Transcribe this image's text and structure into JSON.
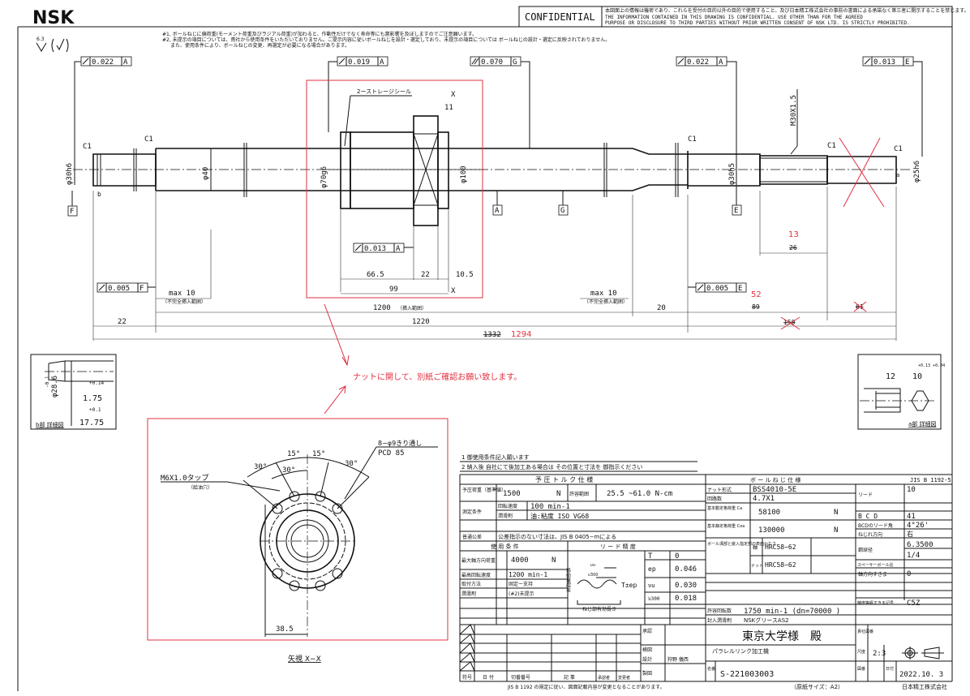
{
  "header": {
    "logo": "NSK",
    "confidential": "CONFIDENTIAL",
    "notice_jp": "本図面上の情報は機密であり、これらを受付の目的以外の目的で使用すること、及び日本精工株式会社の事前の書面による承諾なく第三者に開示することを禁じます。",
    "notice_en_1": "THE INFORMATION CONTAINED IN THIS DRAWING IS CONFIDENTIAL. USE OTHER THAN FOR THE AGREED",
    "notice_en_2": "PURPOSE OR DISCLOSURE TO THIRD PARTIES WITHOUT PRIOR WRITTEN CONSENT OF NSK LTD. IS STRICTLY PROHIBITED."
  },
  "notes": {
    "surface": "6.3",
    "note1": "#1, ボールねじに偏荷重(モーメント荷重及びラジアル荷重)が加わると、作動性だけでなく寿命等にも悪影響を及ぼしますのでご注意願います。",
    "note2": "#2, 未提示の項目については、貴社から使用条件をいただいておりません。ご提示内容に従いボールねじを設計・選定しており、未提示の項目については ボールねじの設計・選定に反映されておりません。",
    "note3": "また、使用条件により、ボールねじの変更、再選定が必要になる場合があります。"
  },
  "drawing": {
    "gdt": {
      "left": "0.022",
      "nut": "0.019",
      "parallel": "0.070",
      "right": "0.022",
      "end": "0.013",
      "nut_face": "0.013",
      "left_face": "0.005",
      "right_face": "0.005"
    },
    "datums": {
      "A": "A",
      "E": "E",
      "F": "F",
      "G": "G"
    },
    "labels": {
      "c1": "C1",
      "b": "b",
      "a": "a",
      "d30_left": "φ30h6",
      "d40": "φ40",
      "d70": "φ70g6",
      "d100": "φ100",
      "d30_right": "φ30h5",
      "d25": "φ25h6",
      "thread": "M30X1.5",
      "seal": "2ーストレージシール",
      "section_x": "X",
      "d11": "11",
      "d66_5": "66.5",
      "d22n": "22",
      "d10_5": "10.5",
      "d99": "99",
      "max10": "max 10",
      "incomplete": "（不完全挿入範囲）",
      "d1200": "1200",
      "d1200_note": "（挿入範囲）",
      "d22": "22",
      "d1220": "1220",
      "d20": "20",
      "d1332_old": "1332",
      "d1294_new": "1294",
      "d13_new": "13",
      "d26_old": "26",
      "d52_new": "52",
      "d89_old": "89",
      "d61_old": "61",
      "d150_old": "150"
    },
    "red_note": "ナットに関して、別紙ご確認お願い致します。",
    "detail_b": {
      "title": "b部 詳細図",
      "d28_6": "φ28.6",
      "tol1": "-0.1",
      "tol2": "+0.14",
      "d1_75": "1.75",
      "tol3": "+0.1",
      "d17_75": "17.75"
    },
    "detail_a": {
      "title": "a部 詳細図",
      "tol": "+0.13 +0.04",
      "d12": "12",
      "d10": "10"
    },
    "view_xx": {
      "title": "矢視 X−X",
      "a30a": "30°",
      "a15a": "15°",
      "a15b": "15°",
      "a30b": "30°",
      "a30c": "30°",
      "holes": "8−φ9きり通し",
      "pcd": "PCD 85",
      "tap": "M6X1.0タップ",
      "tap_note": "（給油穴）",
      "d38_5": "38.5"
    }
  },
  "instructions": {
    "i1": "1  御使用条件記入願います",
    "i2": "2  納入後  自社にて後加工ある場合は  その位置と寸法を  御指示ください"
  },
  "preload": {
    "header": "予 圧 ト ル ク 仕 様",
    "load_label": "予圧荷重（基準値）",
    "load": "1500",
    "load_unit": "N",
    "range_label": "許容範囲",
    "range": "25.5 ~61.0 N-cm",
    "cond_label": "測定条件",
    "speed_label": "回転速度",
    "speed": "100  min-1",
    "lube_label": "潤滑剤",
    "lube": "油:粘度 ISO VG68",
    "tol_label": "普通公差",
    "tol": "公差指示のない寸法は、JIS B 0405−mによる"
  },
  "usage": {
    "header": "使 用 条 件",
    "axial_label": "最大軸方向荷重",
    "axial": "4000",
    "axial_unit": "N",
    "speed_label": "最高回転速度",
    "speed": "1200  min-1",
    "mount_label": "取付方法",
    "mount": "固定ー支持",
    "lube_label": "潤滑剤",
    "lube": "(#2)未提示"
  },
  "lead": {
    "header": "リ ー ド 精 度",
    "rows": [
      {
        "k": "T",
        "v": "0"
      },
      {
        "k": "ep",
        "v": "0.046"
      },
      {
        "k": "υu",
        "v": "0.030"
      },
      {
        "k": "υ300",
        "v": "0.018"
      }
    ],
    "diagram_label": "移動量誤差",
    "diagram_tep": "T±ep",
    "diagram_len": "ねじ部有効長さ",
    "diagram_vu": "υu",
    "diagram_v300": "υ300"
  },
  "spec": {
    "header": "ボ ー ル ね じ 仕 様",
    "standard": "JIS B 1192-5",
    "nut_type_label": "ナット形式",
    "nut_type": "BSS4010-5E",
    "circuits_label": "回路数",
    "circuits": "4.7X1",
    "ca_label": "基本動定格荷重 Ca",
    "ca": "58100",
    "ca_unit": "N",
    "coa_label": "基本静定格荷重 Coa",
    "coa": "130000",
    "coa_unit": "N",
    "hard_label": "ボール溝部と嵌入指定部の表面かたさ",
    "shaft_label": "軸",
    "shaft_hard": "HRC58~62",
    "nut_label": "ナット",
    "nut_hard": "HRC58~62",
    "lead_label": "リード",
    "lead": "10",
    "bcd_label": "B C D",
    "bcd": "41",
    "angle_label": "BCDのリード角",
    "angle": "4°26'",
    "hand_label": "ねじれ方向",
    "hand": "右",
    "ball_label": "鋼球径",
    "ball": "6.3500",
    "ball_in": "1/4",
    "spacer_label": "スペーサーボール比",
    "spacer": "",
    "clear_label": "軸方向すきま",
    "clear": "0",
    "grade_label": "精度等級すきま記号",
    "grade": "C5Z",
    "rpm_label": "許容回転数",
    "rpm": "1750  min-1 (dn=70000 )",
    "grease_label": "封入潤滑剤",
    "grease": "NSKグリースAS2"
  },
  "title_block": {
    "customer": "東京大学様　殿",
    "customer_dwg_label": "貴社図番",
    "product": "パラレルリンク加工機",
    "scale_label": "尺度",
    "scale": "2:3",
    "name_label": "名番",
    "name": "S-221003003",
    "dwg_label": "図番",
    "date_label": "日付",
    "date": "2022.10. 3",
    "approve": "承認",
    "check": "検図",
    "design": "設計",
    "designer": "狩野 儀西",
    "draft": "製図",
    "rev_cols": [
      "符号",
      "日 付",
      "切番番号",
      "記 事",
      "承認者",
      "変更者"
    ]
  },
  "footer": {
    "jis": "JIS B 1192 の規定に従い、図面記載内容が変更となることがあります。",
    "paper": "（原紙サイズ：A2）",
    "company": "日本精工株式会社"
  }
}
